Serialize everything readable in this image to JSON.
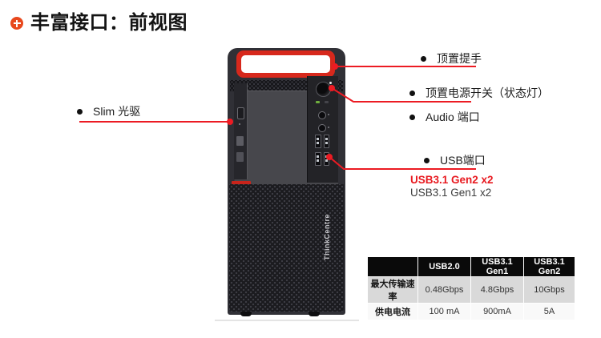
{
  "slide": {
    "title": "丰富接口：前视图"
  },
  "callouts": {
    "top_handle": "顶置提手",
    "power_switch": "顶置电源开关（状态灯）",
    "audio_port": "Audio 端口",
    "usb_port": "USB端口",
    "usb_gen2_note": "USB3.1 Gen2 x2",
    "usb_gen1_note": "USB3.1 Gen1 x2",
    "slim_odd": "Slim 光驱"
  },
  "device": {
    "brand_logo": "ThinkCentre"
  },
  "spec_table": {
    "headers": [
      "",
      "USB2.0",
      "USB3.1 Gen1",
      "USB3.1 Gen2"
    ],
    "rows": [
      {
        "label": "最大传输速率",
        "values": [
          "0.48Gbps",
          "4.8Gbps",
          "10Gbps"
        ]
      },
      {
        "label": "供电电流",
        "values": [
          "100 mA",
          "900mA",
          "5A"
        ]
      }
    ]
  },
  "colors": {
    "accent_line_red": "#ec1b23",
    "bullet_icon_orange": "#e8481d",
    "handle_trim_red": "#d7281c",
    "usb_gen2_text_red": "#e8191f",
    "table_header_bg": "#0a0a0a",
    "table_alt_row_bg": "#d9d9d9"
  }
}
